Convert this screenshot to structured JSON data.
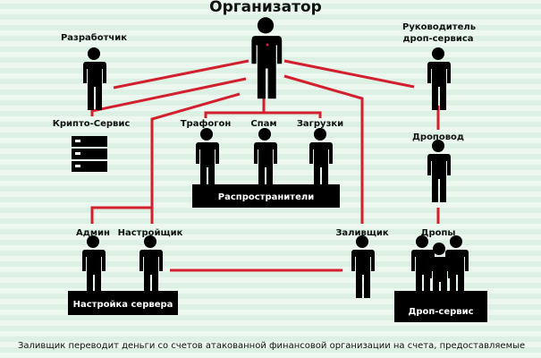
{
  "title": "Организатор",
  "roles": {
    "developer": "Разработчик",
    "drop_service_head": "Руководитель дроп-сервиса",
    "crypto_service": "Крипто-Сервис",
    "traffic": "Трафогон",
    "spam": "Спам",
    "downloads": "Загрузки",
    "drop_manager": "Дроповод",
    "admin": "Админ",
    "configurator": "Настройщик",
    "filler": "Заливщик",
    "drops": "Дропы"
  },
  "groups": {
    "distributors": "Распространители",
    "server_setup": "Настройка сервера",
    "drop_service": "Дроп-сервис"
  },
  "caption": "Заливщик переводит деньги со счетов атакованной финансовой организации на счета, предоставляемые",
  "colors": {
    "line": "#d3202e",
    "background": "#e4f4ea"
  }
}
